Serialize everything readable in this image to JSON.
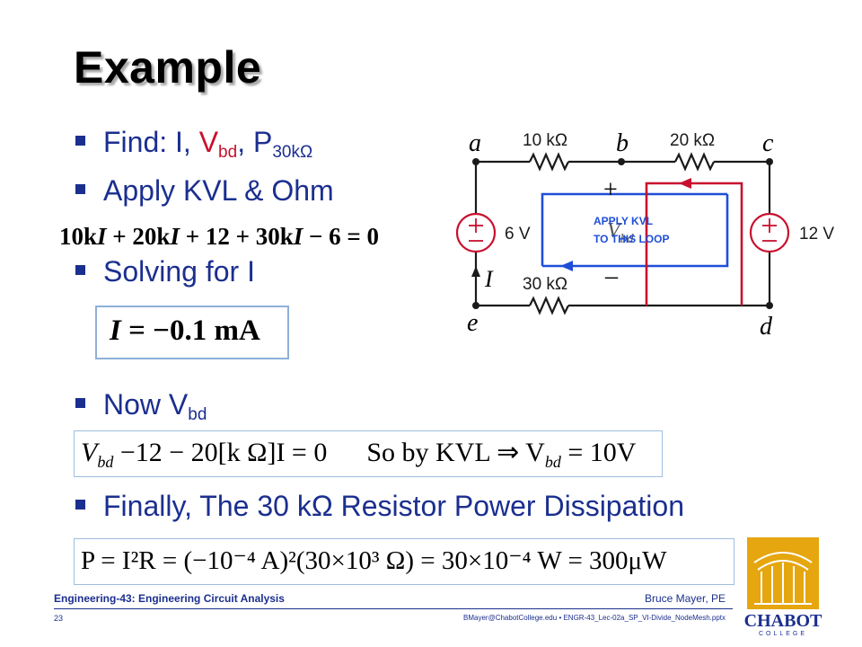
{
  "slide": {
    "title": "Example",
    "bullets": {
      "find_prefix": "Find: I, ",
      "find_v": "V",
      "find_v_sub": "bd",
      "find_sep": ", ",
      "find_p": "P",
      "find_p_sub": "30kΩ",
      "apply": "Apply KVL & Ohm",
      "solving": "Solving for I",
      "now_prefix": "Now V",
      "now_sub": "bd",
      "finally": "Finally, The 30 kΩ Resistor Power Dissipation"
    },
    "equations": {
      "kvl": "10kI + 20kI + 12 + 30kI − 6 = 0",
      "kvl_parts": [
        "10k",
        "I",
        " + 20k",
        "I",
        " + 12 + 30k",
        "I",
        " − 6 = 0"
      ],
      "current_lhs": "I",
      "current_rhs": " = −0.1 mA",
      "vbd_part1": "V",
      "vbd_sub1": "bd",
      "vbd_part2": " −12 − 20[k Ω]I = 0",
      "vbd_part3": "So by KVL ⇒ V",
      "vbd_sub2": "bd",
      "vbd_part4": " = 10V",
      "power": "P = I²R = (−10⁻⁴ A)²(30×10³ Ω) = 30×10⁻⁴ W = 300μW"
    }
  },
  "circuit": {
    "node_a": "a",
    "node_b": "b",
    "node_c": "c",
    "node_d": "d",
    "node_e": "e",
    "r1": "10 kΩ",
    "r2": "20 kΩ",
    "r3": "30 kΩ",
    "src_left": "6 V",
    "src_right": "12 V",
    "current": "I",
    "plus": "+",
    "minus": "–",
    "vbd_label": "V",
    "vbd_sub": "bd",
    "kvl_note_1": "APPLY KVL",
    "kvl_note_2": "TO THIS LOOP",
    "colors": {
      "wire": "#1a1a1a",
      "loop_blue": "#1f4fd8",
      "loop_red": "#c8102e"
    }
  },
  "footer": {
    "course": "Engineering-43: Engineering Circuit Analysis",
    "author": "Bruce Mayer, PE",
    "page": "23",
    "email": "BMayer@ChabotCollege.edu",
    "file": "• ENGR-43_Lec-02a_SP_VI-Divide_NodeMesh.pptx"
  },
  "logo": {
    "name": "CHABOT",
    "sub": "COLLEGE"
  }
}
